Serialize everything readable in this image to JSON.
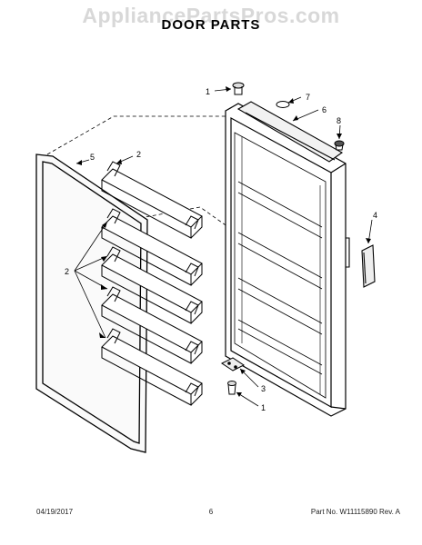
{
  "watermark": "AppliancePartsPros.com",
  "title": "DOOR PARTS",
  "callouts": {
    "c1_top": "1",
    "c7": "7",
    "c6": "6",
    "c8": "8",
    "c5": "5",
    "c2_top": "2",
    "c4": "4",
    "c2_left": "2",
    "c3": "3",
    "c1_bottom": "1"
  },
  "footer": {
    "date": "04/19/2017",
    "page": "6",
    "part": "Part No. W11115890  Rev. A"
  }
}
